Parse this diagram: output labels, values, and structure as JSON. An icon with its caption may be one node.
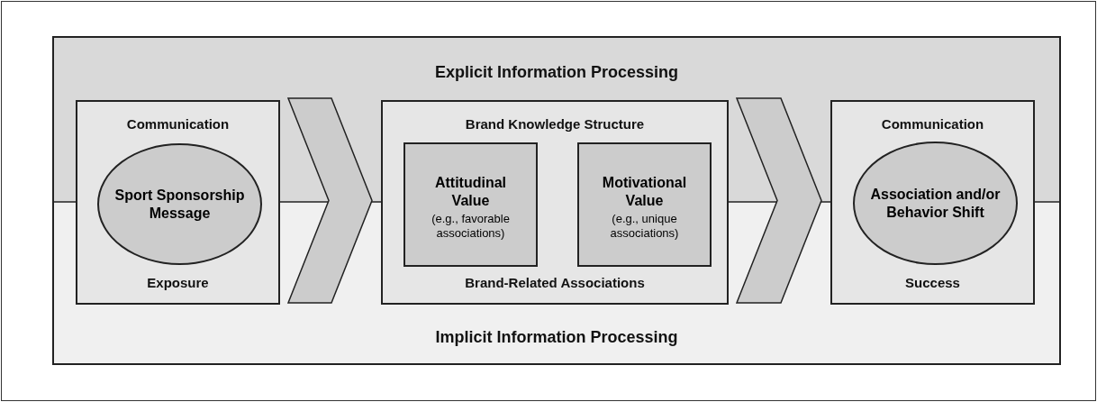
{
  "diagram": {
    "nodes": [
      {
        "text": [
          "Explicit Information Processing",
          "Implicit Information Processing"
        ]
      },
      {
        "text": [
          "Communication",
          "Exposure"
        ],
        "in": 0
      },
      {
        "text": [
          "Sport Sponsorship Message"
        ],
        "in": 1
      },
      {
        "text": [
          "Brand Knowledge Structure",
          "Brand-Related Associations"
        ],
        "in": 0
      },
      {
        "text": [
          "Attitudinal Value",
          "(e.g., favorable associations)"
        ],
        "in": 3
      },
      {
        "text": [
          "Motivational Value",
          "(e.g., unique associations)"
        ],
        "in": 3
      },
      {
        "text": [
          "Communication",
          "Success"
        ],
        "in": 0
      },
      {
        "text": [
          "Association and/or Behavior Shift"
        ],
        "in": 6
      }
    ],
    "edges": [
      {
        "from": 1,
        "to": 3,
        "arrow": "to"
      },
      {
        "from": 3,
        "to": 6,
        "arrow": "to"
      }
    ]
  }
}
